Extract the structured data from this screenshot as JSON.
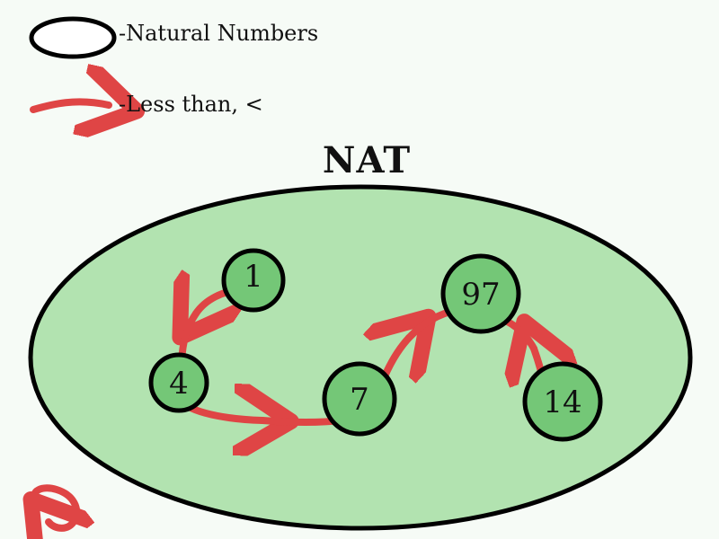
{
  "legend": {
    "natural_numbers_label": "-Natural Numbers",
    "less_than_label": "-Less than, <"
  },
  "set": {
    "title": "NAT"
  },
  "nodes": {
    "n1": "1",
    "n4": "4",
    "n7": "7",
    "n97": "97",
    "n14": "14"
  },
  "colors": {
    "background": "#f6fbf6",
    "set_fill": "#b2e3b0",
    "node_fill": "#74c777",
    "outline": "#000000",
    "relation_arrow": "#df4545"
  },
  "icons": {
    "legend_set_shape": "ellipse-icon",
    "legend_relation_shape": "arrow-icon",
    "undo_control": "undo-icon"
  }
}
